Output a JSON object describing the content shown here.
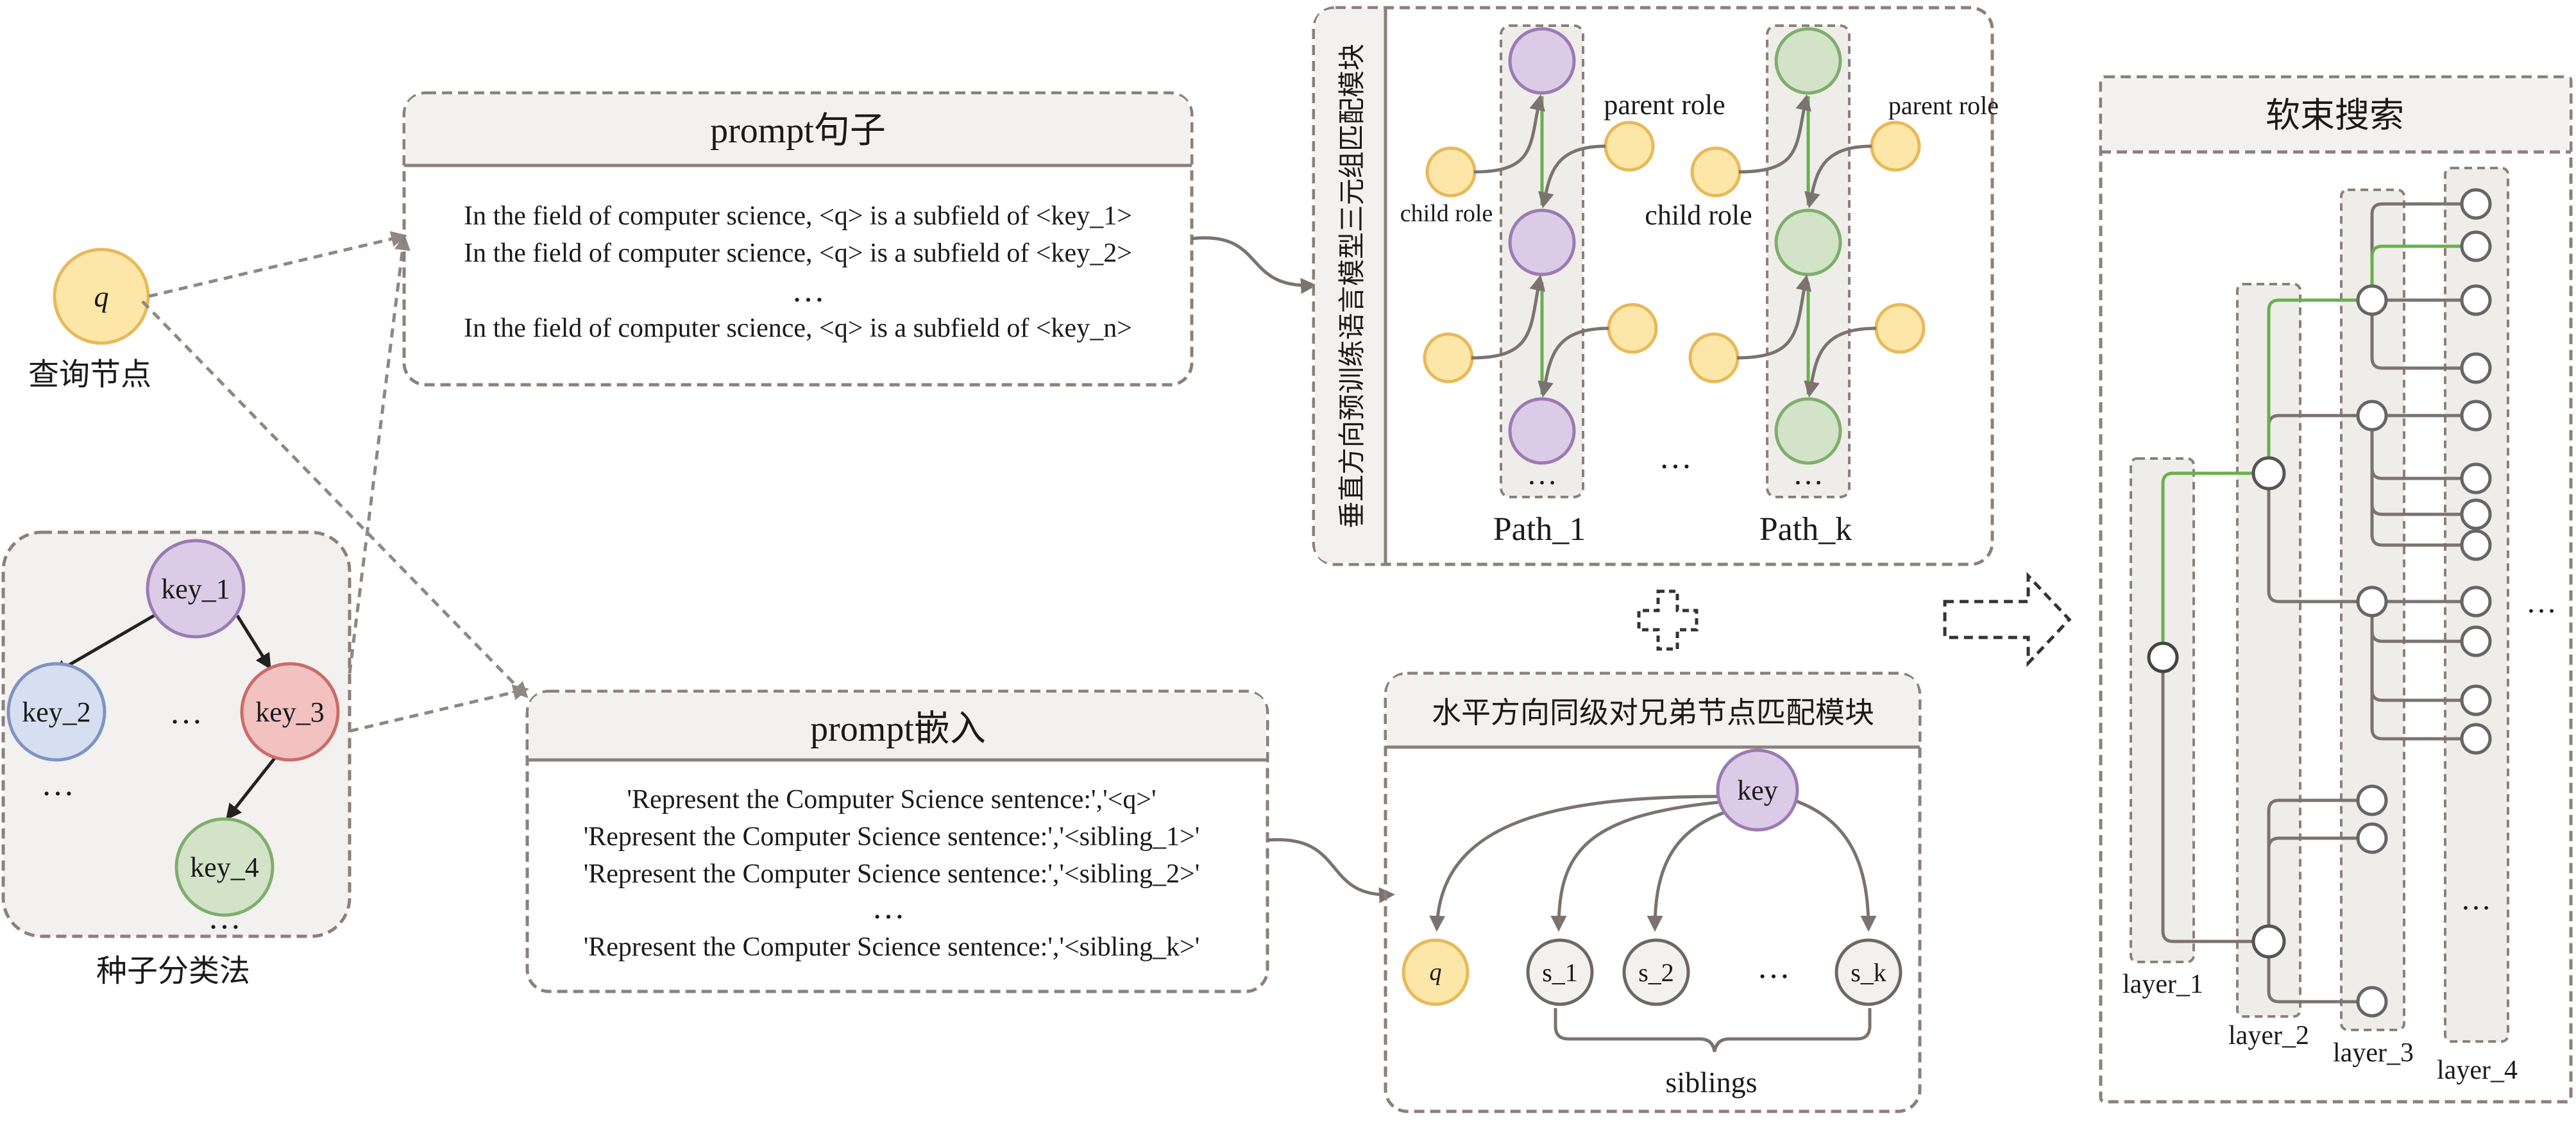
{
  "query_node": {
    "label": "q",
    "caption": "查询节点"
  },
  "seed_taxonomy": {
    "caption": "种子分类法",
    "nodes": {
      "key_1": "key_1",
      "key_2": "key_2",
      "key_3": "key_3",
      "key_4": "key_4"
    },
    "ellipsis": "…"
  },
  "prompt_sentence": {
    "title": "prompt句子",
    "lines": [
      "In the field of computer science, <q> is a subfield of <key_1>",
      "In the field of computer science, <q> is a subfield of <key_2>",
      "…",
      "In the field of computer science, <q> is a subfield of <key_n>"
    ]
  },
  "prompt_embedding": {
    "title": "prompt嵌入",
    "lines": [
      "'Represent the Computer Science sentence:','<q>'",
      "'Represent the Computer Science sentence:','<sibling_1>'",
      "'Represent the Computer Science sentence:','<sibling_2>'",
      "…",
      "'Represent the Computer Science sentence:','<sibling_k>'"
    ]
  },
  "vertical_module": {
    "title": "垂直方向预训练语言模型三元组匹配模块",
    "parent_role": "parent role",
    "child_role": "child role",
    "path_1": "Path_1",
    "path_k": "Path_k",
    "ellipsis": "…"
  },
  "horizontal_module": {
    "title": "水平方向同级对兄弟节点匹配模块",
    "key": "key",
    "q": "q",
    "s_1": "s_1",
    "s_2": "s_2",
    "s_k": "s_k",
    "ellipsis": "…",
    "siblings": "siblings"
  },
  "soft_beam_search": {
    "title": "软束搜索",
    "layers": [
      "layer_1",
      "layer_2",
      "layer_3",
      "layer_4"
    ],
    "ellipsis": "…"
  },
  "colors": {
    "yellow": "#fce7a8",
    "purple": "#dccbe6",
    "blue": "#d6dff0",
    "red": "#f1c2c0",
    "green": "#d2e3c8",
    "green_line": "#6ab04c",
    "gray_line": "#7b7370",
    "box_border": "#8b807b"
  }
}
